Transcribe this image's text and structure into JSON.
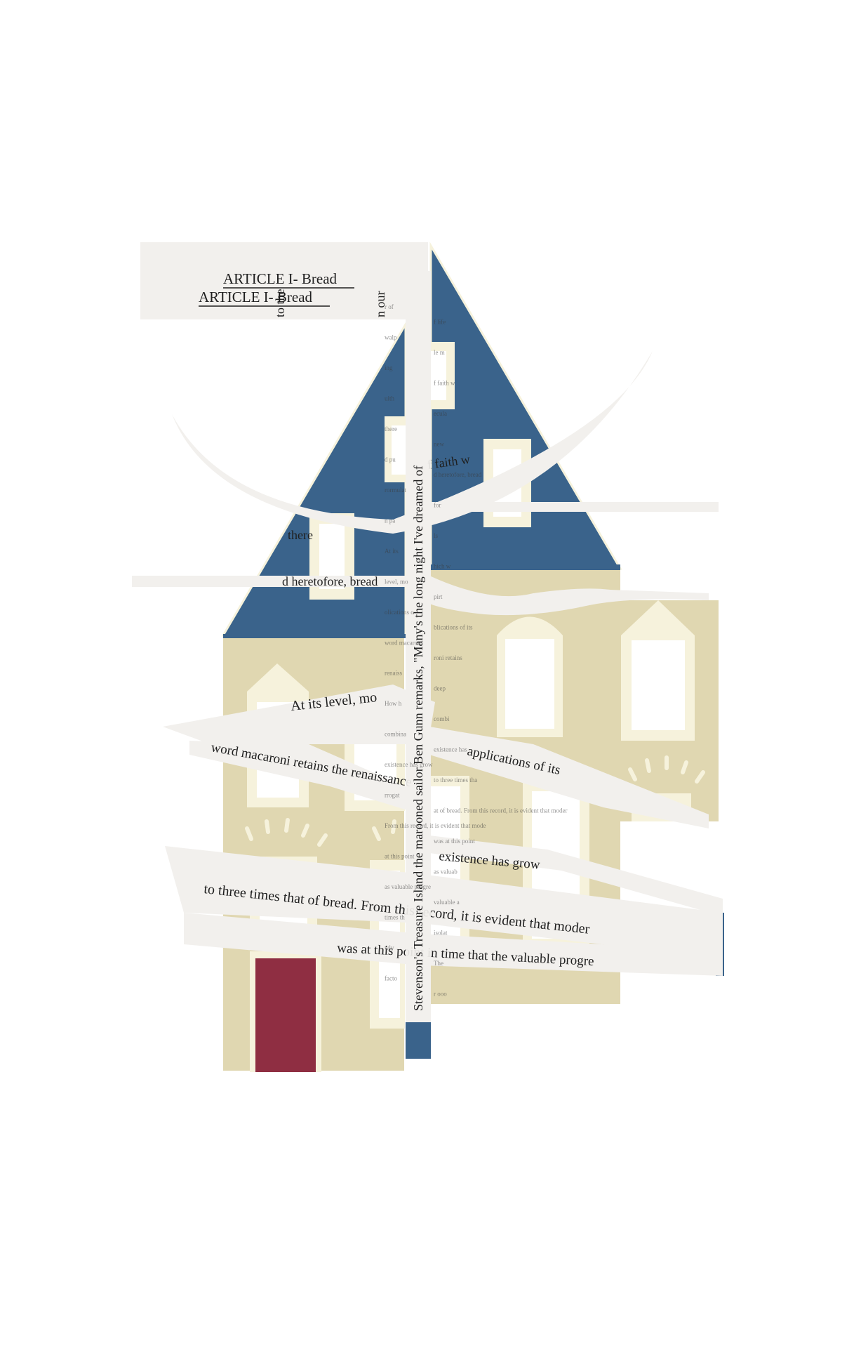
{
  "colors": {
    "background": "#ffffff",
    "roof_blue": "#3a638b",
    "wall_beige": "#e0d7b1",
    "window_frame": "#f6f2dc",
    "window_glass": "#ffffff",
    "door_red": "#8f2e42",
    "paper": "#f2f0ed",
    "ink": "#1f1f1f"
  },
  "icons": {
    "house": "tall-house-collage",
    "door": "door-icon",
    "window": "window-icon"
  },
  "clippings": {
    "article_line_1": "ARTICLE I- Bread",
    "article_line_2": "ARTICLE I- Bread",
    "vertical_left_1": "to the",
    "vertical_left_2": "n our",
    "vertical_spine": "Stevenson's Treasure Island the marooned sailor Ben Gunn remarks, \"Many's the long night I've dreamed of",
    "spine_fragments": [
      "r of",
      "f life",
      "walp",
      "le m",
      "ing",
      "f faith w",
      "uith",
      "ecula",
      "there",
      "new",
      "d pu",
      "d heretofore, bread",
      "rormulat",
      "for",
      "n pa",
      "ls",
      "At its",
      "hich w",
      "level, mo",
      "pirt",
      "olications o",
      "blications of its",
      "word macaron",
      "roni retains",
      "renaiss",
      "deep",
      "How h",
      "combi",
      "combina",
      "existence has",
      "existence has grow",
      "to three times tha",
      "rrogat",
      "at of bread. From this record, it is evident that moder",
      "From this record, it is evident that mode",
      "was at this point",
      "at this point",
      "as valuab",
      "as valuable progre",
      "valuable a",
      "times th",
      "isolat",
      "wly",
      "The",
      "facto",
      "r ooo"
    ]
  },
  "strips": {
    "s1": "to three times that of bread. From this record, it is evident that moder",
    "s2": "was at this point in time that the valuable progre",
    "s3": "existence has grow",
    "s4": "applications of its",
    "s5": "word macaroni retains the renaissance",
    "s6": "At its level, mo",
    "s7": "d heretofore, bread",
    "s8": "there",
    "s9": "f faith w"
  }
}
